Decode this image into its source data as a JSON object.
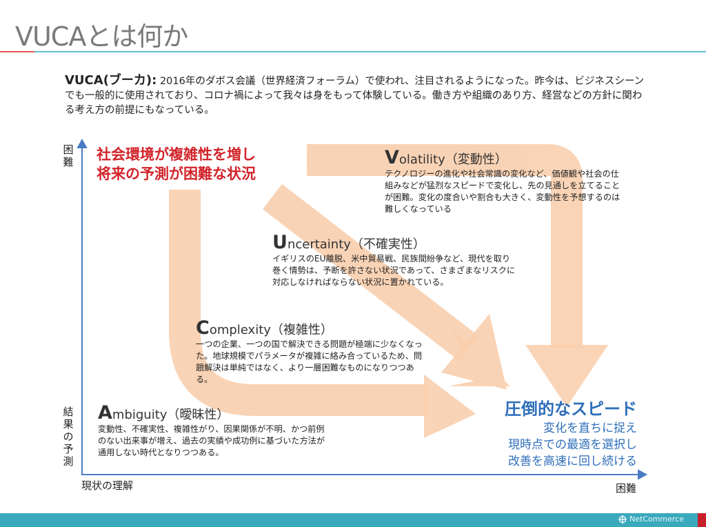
{
  "title": "VUCAとは何か",
  "intro": {
    "term": "VUCA(ブーカ):",
    "text": " 2016年のダボス会議（世界経済フォーラム）で使われ、注目されるようになった。昨今は、ビジネスシーンでも一般的に使用されており、コロナ禍によって我々は身をもって体験している。働き方や組織のあり方、経営などの方針に関わる考え方の前提にもなっている。"
  },
  "axes": {
    "y_top": "困難",
    "y_bottom": "結果の予測",
    "x_left": "現状の理解",
    "x_right": "困難"
  },
  "headline": {
    "line1": "社会環境が複雑性を増し",
    "line2": "将来の予測が困難な状況"
  },
  "items": [
    {
      "cap": "V",
      "rest": "olatility（変動性）",
      "desc": "テクノロジーの進化や社会常識の変化など、価値観や社会の仕組みなどが猛烈なスピードで変化し、先の見通しを立てることが困難。変化の度合いや割合も大きく、変動性を予想するのは難しくなっている"
    },
    {
      "cap": "U",
      "rest": "ncertainty（不確実性）",
      "desc": "イギリスのEU離脱、米中貿易戦、民族間紛争など、現代を取り巻く情勢は、予断を許さない状況であって、さまざまなリスクに対応しなければならない状況に置かれている。"
    },
    {
      "cap": "C",
      "rest": "omplexity（複雑性）",
      "desc": "一つの企業、一つの国で解決できる問題が極端に少なくなった。地球規模でパラメータが複雑に絡み合っているため、問題解決は単純ではなく、より一層困難なものになりつつある。"
    },
    {
      "cap": "A",
      "rest": "mbiguity（曖昧性）",
      "desc": "変動性、不確実性、複雑性がり、因果関係が不明、かつ前例のない出来事が増え、過去の実績や成功例に基づいた方法が通用しない時代となりつつある。"
    }
  ],
  "speed": {
    "title": "圧倒的なスピード",
    "lines": [
      "変化を直ちに捉え",
      "現時点での最適を選択し",
      "改善を高速に回し続ける"
    ]
  },
  "footer": {
    "logo": "NetCommerce"
  },
  "colors": {
    "arrow": "#f9cfae",
    "axis": "#4a7cc4",
    "red": "#d2232a",
    "blue": "#2f6fba"
  }
}
